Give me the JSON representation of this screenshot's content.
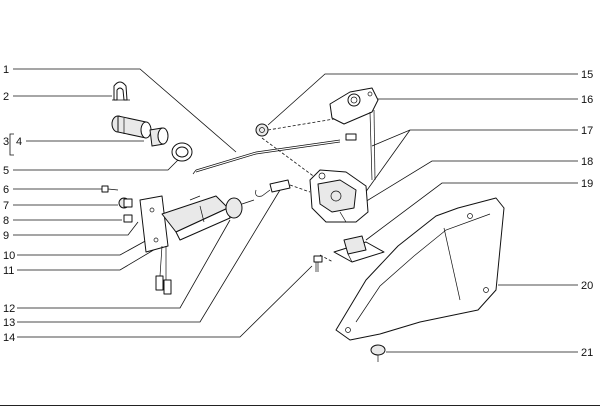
{
  "callouts": {
    "left": [
      {
        "id": "1",
        "label": "1"
      },
      {
        "id": "2",
        "label": "2"
      },
      {
        "id": "3",
        "label": "3"
      },
      {
        "id": "4",
        "label": "4"
      },
      {
        "id": "5",
        "label": "5"
      },
      {
        "id": "6",
        "label": "6"
      },
      {
        "id": "7",
        "label": "7"
      },
      {
        "id": "8",
        "label": "8"
      },
      {
        "id": "9",
        "label": "9"
      },
      {
        "id": "10",
        "label": "10"
      },
      {
        "id": "11",
        "label": "11"
      },
      {
        "id": "12",
        "label": "12"
      },
      {
        "id": "13",
        "label": "13"
      },
      {
        "id": "14",
        "label": "14"
      }
    ],
    "right": [
      {
        "id": "15",
        "label": "15"
      },
      {
        "id": "16",
        "label": "16"
      },
      {
        "id": "17",
        "label": "17"
      },
      {
        "id": "18",
        "label": "18"
      },
      {
        "id": "19",
        "label": "19"
      },
      {
        "id": "20",
        "label": "20"
      },
      {
        "id": "21",
        "label": "21"
      }
    ]
  },
  "colors": {
    "ink": "#111111",
    "paper": "#ffffff"
  }
}
